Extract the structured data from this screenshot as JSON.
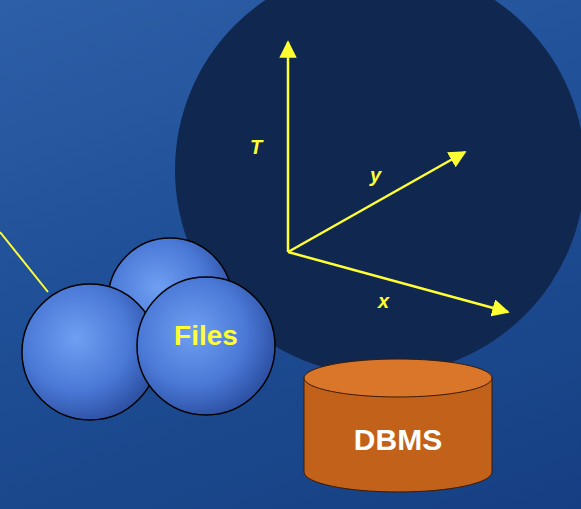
{
  "diagram": {
    "nodes": [
      {
        "text": [
          "Files"
        ]
      },
      {
        "text": [
          "DBMS"
        ]
      }
    ],
    "labels": [
      "T",
      "y",
      "x"
    ]
  }
}
